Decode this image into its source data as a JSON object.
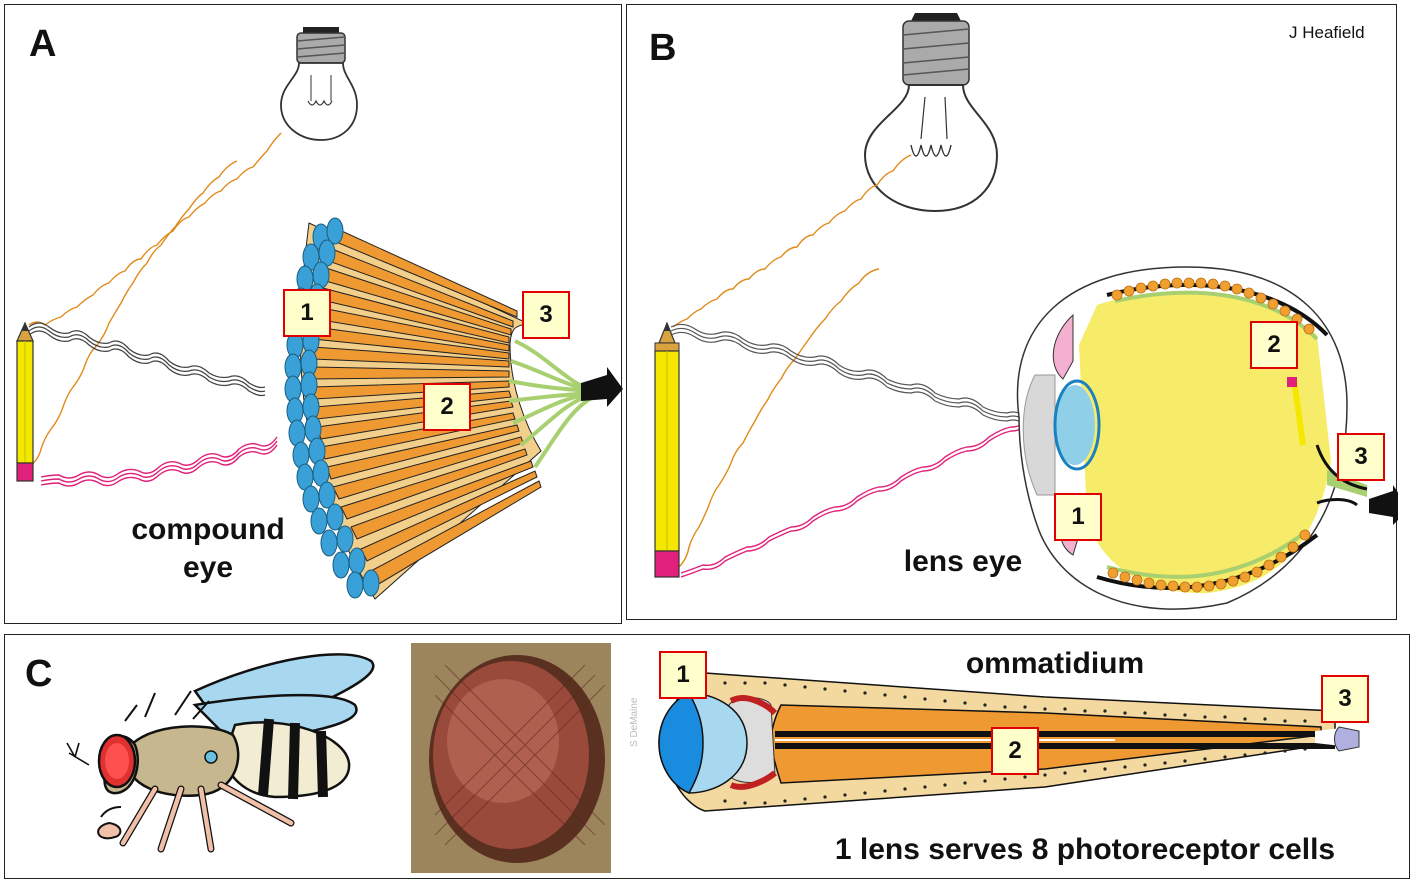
{
  "panels": {
    "a": {
      "letter": "A",
      "caption": "compound eye",
      "labels": [
        "1",
        "2",
        "3"
      ]
    },
    "b": {
      "letter": "B",
      "caption": "lens eye",
      "credit": "J Heafield",
      "labels": [
        "1",
        "2",
        "3"
      ]
    },
    "c": {
      "letter": "C",
      "title": "ommatidium",
      "footer": "1 lens serves 8 photoreceptor cells",
      "photo_credit": "S DeMaine",
      "labels": [
        "1",
        "2",
        "3"
      ]
    }
  },
  "colors": {
    "lens_blue": "#2b9cd8",
    "receptor_orange": "#f0a030",
    "nerve_green": "#a8d070",
    "label_border": "#e00000",
    "label_fill": "#ffffcc",
    "light_orange": "#e08a1a",
    "light_magenta": "#e0207a",
    "light_gray": "#555555",
    "pencil_yellow": "#f5e800",
    "eyeball_yellow": "#f7eb6a"
  },
  "icons": [
    "light-bulb-icon",
    "pencil-icon",
    "arrow-right-icon",
    "fruit-fly-icon"
  ]
}
